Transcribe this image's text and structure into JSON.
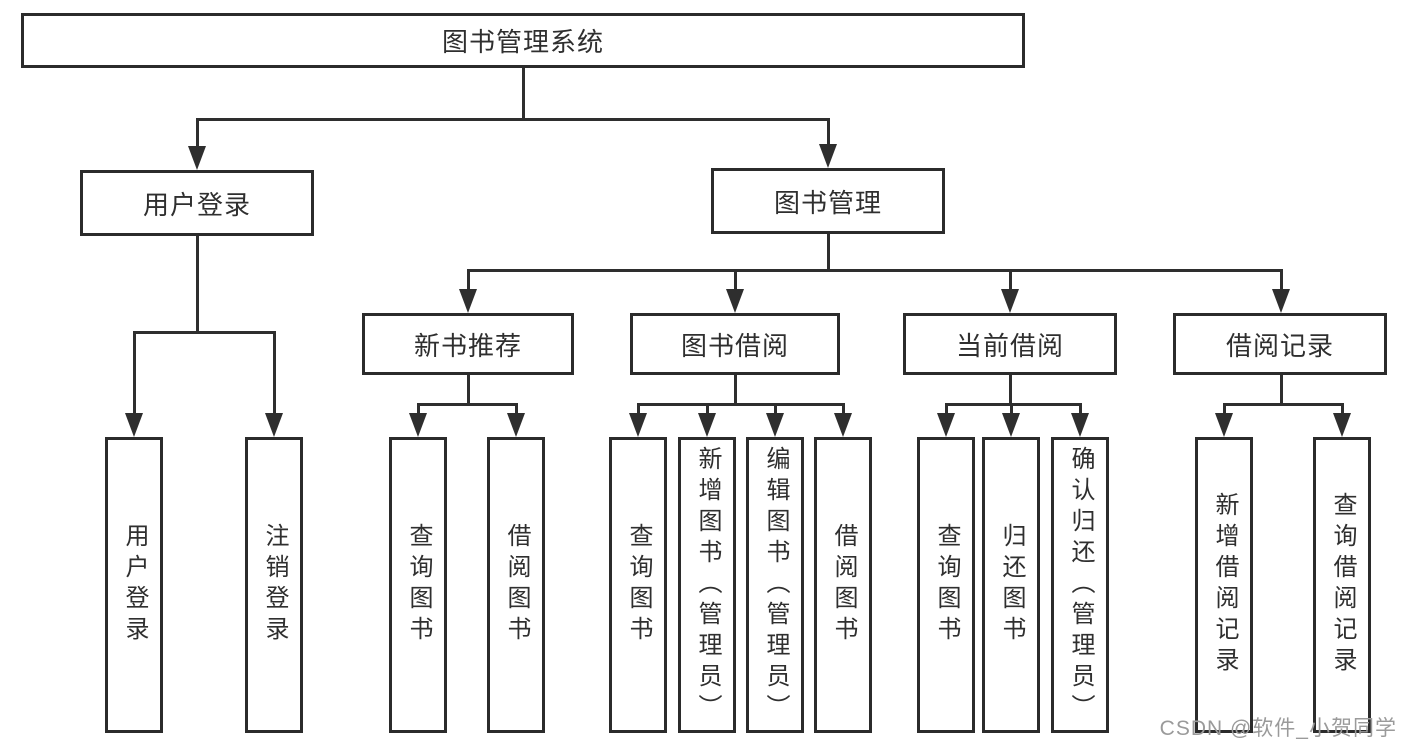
{
  "diagram_title": "图书管理系统",
  "tree": {
    "root": "图书管理系统",
    "branches": [
      {
        "label": "用户登录",
        "children": [
          "用户登录",
          "注销登录"
        ]
      },
      {
        "label": "图书管理",
        "groups": [
          {
            "label": "新书推荐",
            "children": [
              "查询图书",
              "借阅图书"
            ]
          },
          {
            "label": "图书借阅",
            "children": [
              "查询图书",
              "新增图书（管理员）",
              "编辑图书（管理员）",
              "借阅图书"
            ]
          },
          {
            "label": "当前借阅",
            "children": [
              "查询图书",
              "归还图书",
              "确认归还（管理员）"
            ]
          },
          {
            "label": "借阅记录",
            "children": [
              "新增借阅记录",
              "查询借阅记录"
            ]
          }
        ]
      }
    ]
  },
  "watermark": {
    "text": "CSDN @软件_小贺同学"
  },
  "colors": {
    "line": "#2e2e2e",
    "box_border": "#2b2b2b",
    "text": "#2f2f2f",
    "watermark": "#9a9a9a",
    "background": "#ffffff"
  }
}
